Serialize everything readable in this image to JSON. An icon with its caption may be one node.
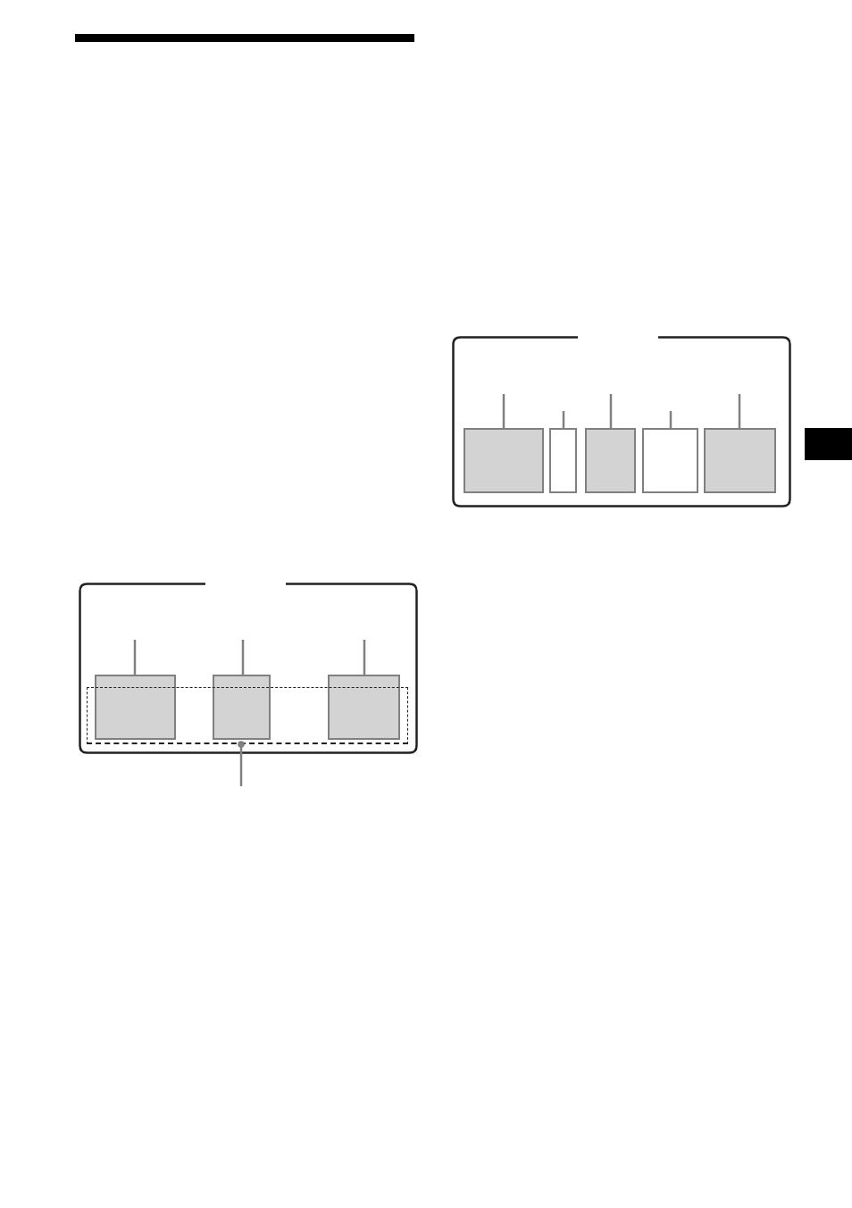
{
  "diagram": {
    "nodes": [
      {
        "text": [],
        "shape": "box"
      },
      {
        "text": [],
        "shape": "box",
        "in": 0
      },
      {
        "text": [],
        "shape": "box",
        "in": 0
      },
      {
        "text": [],
        "shape": "box",
        "in": 0
      },
      {
        "text": [],
        "shape": "box",
        "in": 0
      },
      {
        "text": [],
        "shape": "box"
      },
      {
        "text": [],
        "shape": "box",
        "in": 5
      },
      {
        "text": [],
        "shape": "box",
        "in": 5
      },
      {
        "text": [],
        "shape": "box",
        "in": 5
      },
      {
        "text": [],
        "shape": "box",
        "in": 5
      },
      {
        "text": [],
        "shape": "box",
        "in": 5
      }
    ],
    "edges": [
      {
        "from": null,
        "to": 1,
        "arrow": "none"
      },
      {
        "from": null,
        "to": 2,
        "arrow": "none"
      },
      {
        "from": null,
        "to": 3,
        "arrow": "none"
      },
      {
        "from": null,
        "to": 4,
        "arrow": "other"
      },
      {
        "from": null,
        "to": 6,
        "arrow": "none"
      },
      {
        "from": null,
        "to": 7,
        "arrow": "none"
      },
      {
        "from": null,
        "to": 8,
        "arrow": "none"
      },
      {
        "from": null,
        "to": 9,
        "arrow": "none"
      },
      {
        "from": null,
        "to": 10,
        "arrow": "none"
      }
    ]
  }
}
